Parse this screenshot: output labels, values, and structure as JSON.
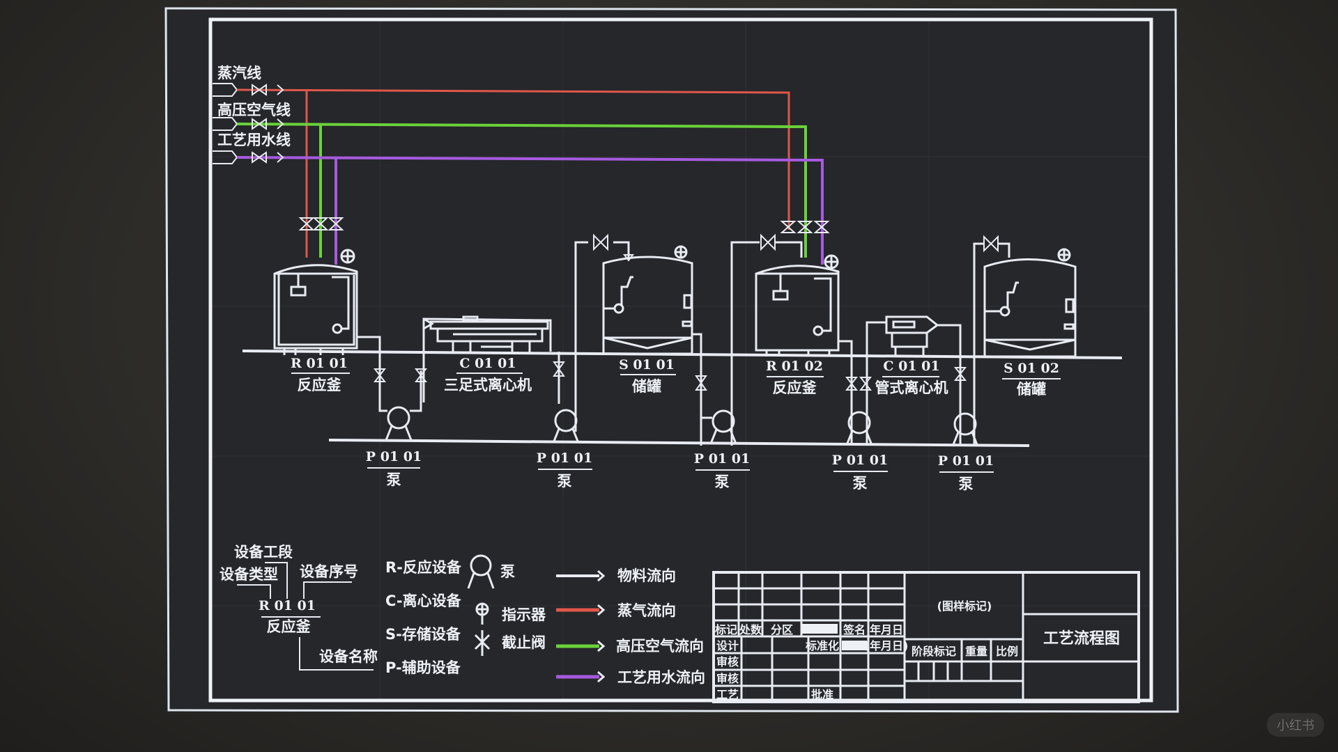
{
  "drawing": {
    "title": "工艺流程图",
    "title_block_note": "(图样标记)",
    "colors": {
      "background": "#2a2b2c",
      "line": "#e8ecf2",
      "steam": "#e0574a",
      "air": "#6ad23a",
      "water": "#a75ae0"
    }
  },
  "utility_lines": [
    {
      "label": "蒸汽线",
      "color": "#e0574a"
    },
    {
      "label": "高压空气线",
      "color": "#6ad23a"
    },
    {
      "label": "工艺用水线",
      "color": "#a75ae0"
    }
  ],
  "equipment": [
    {
      "code": "R 01 01",
      "name": "反应釜"
    },
    {
      "code": "C 01 01",
      "name": "三足式离心机"
    },
    {
      "code": "S 01 01",
      "name": "储罐"
    },
    {
      "code": "R 01 02",
      "name": "反应釜"
    },
    {
      "code": "C 01 01",
      "name": "管式离心机"
    },
    {
      "code": "S 01 02",
      "name": "储罐"
    }
  ],
  "pumps": [
    {
      "code": "P 01 01",
      "name": "泵"
    },
    {
      "code": "P 01 01",
      "name": "泵"
    },
    {
      "code": "P 01 01",
      "name": "泵"
    },
    {
      "code": "P 01 01",
      "name": "泵"
    },
    {
      "code": "P 01 01",
      "name": "泵"
    }
  ],
  "legend": {
    "code_explain": {
      "section": "设备工段",
      "type": "设备类型",
      "serial": "设备序号",
      "example_code": "R 01 01",
      "example_name": "反应釜",
      "name_label": "设备名称"
    },
    "types": [
      "R-反应设备",
      "C-离心设备",
      "S-存储设备",
      "P-辅助设备"
    ],
    "symbols": [
      {
        "icon": "pump-icon",
        "label": "泵"
      },
      {
        "icon": "indicator-icon",
        "label": "指示器"
      },
      {
        "icon": "globe-valve-icon",
        "label": "截止阀"
      }
    ],
    "flows": [
      {
        "label": "物料流向",
        "color": "#e8ecf2"
      },
      {
        "label": "蒸气流向",
        "color": "#e0574a"
      },
      {
        "label": "高压空气流向",
        "color": "#6ad23a"
      },
      {
        "label": "工艺用水流向",
        "color": "#a75ae0"
      }
    ]
  },
  "title_block": {
    "row_headers": [
      "标记",
      "处数",
      "分区",
      "",
      "签名",
      "年月日"
    ],
    "design": "设计",
    "standardization": "标准化",
    "date_paren": "(年月日)",
    "review": "审核",
    "check": "审核",
    "process": "工艺",
    "approve": "批准",
    "stage_mark": "阶段标记",
    "weight": "重量",
    "scale": "比例"
  },
  "watermark": "小红书"
}
